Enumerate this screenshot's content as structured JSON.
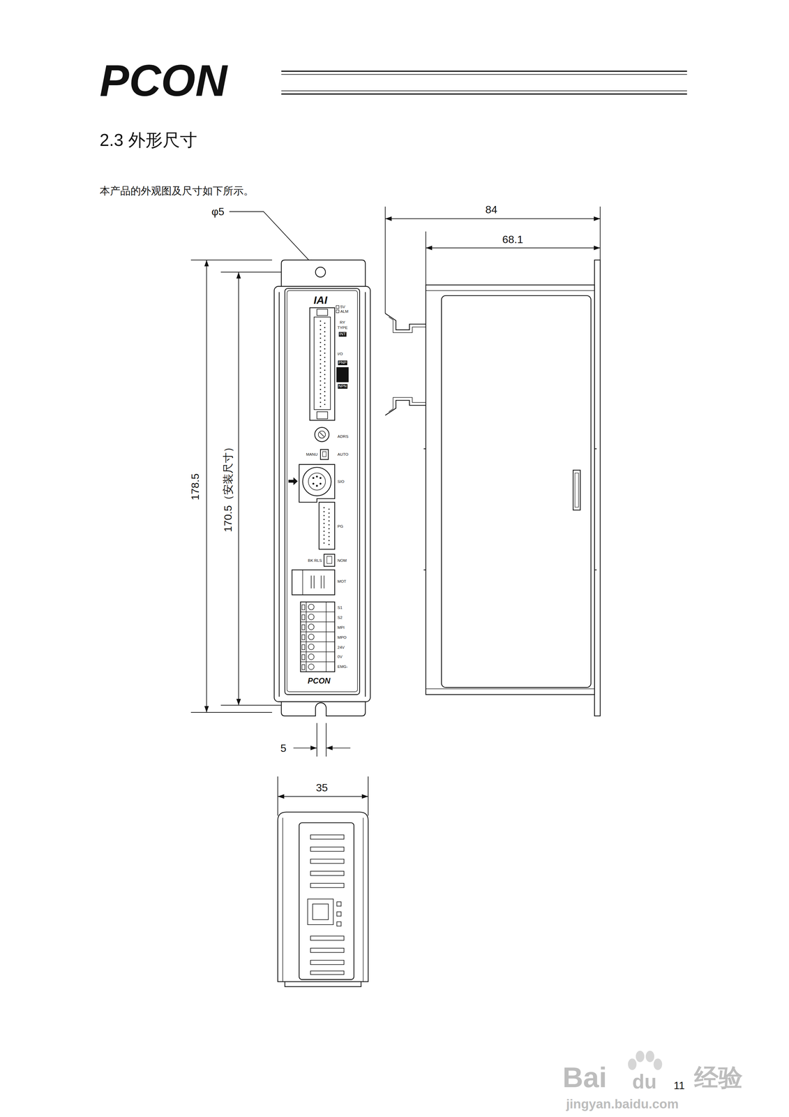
{
  "diagram": {
    "title": "2.3 外形尺寸",
    "labels": [
      "PCON",
      "本产品的外观图及尺寸如下所示。",
      "φ5",
      "84",
      "68.1",
      "178.5",
      "170.5（安装尺寸）",
      "5",
      "35",
      "IAI",
      "5V",
      "ALM",
      "RY",
      "TYPE",
      "INT",
      "I/O",
      "PNP",
      "NPN",
      "ADRS",
      "MANU",
      "AUTO",
      "SIO",
      "PG",
      "BK RLS",
      "NOM",
      "MOT",
      "S1",
      "S2",
      "MPI",
      "MPO",
      "24V",
      "0V",
      "EMG-",
      "PCON",
      "Bai",
      "du",
      "11",
      "经验",
      "jingyan.baidu.com"
    ]
  }
}
